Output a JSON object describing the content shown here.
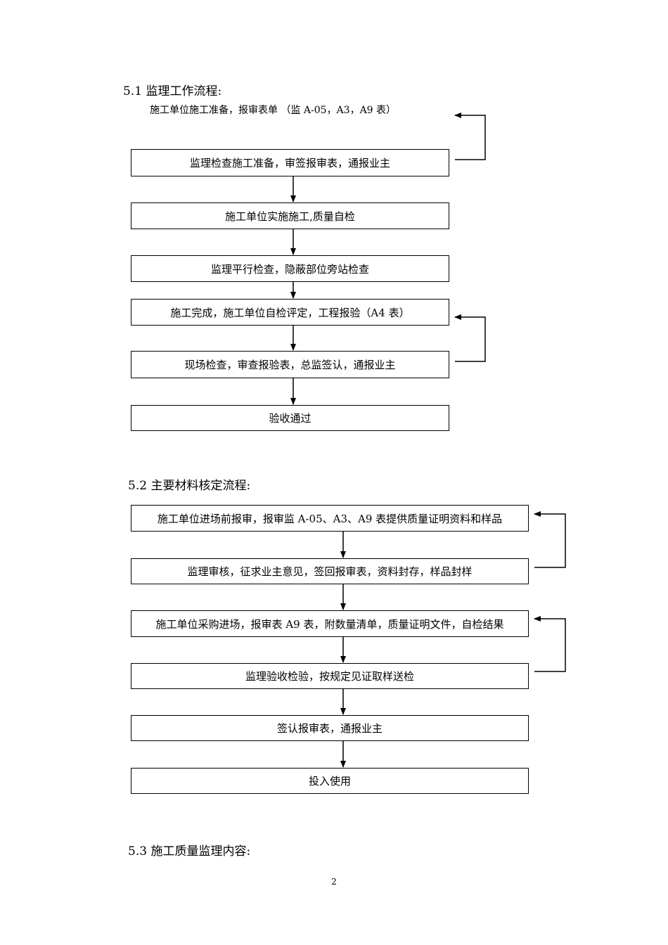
{
  "section1": {
    "heading": "5.1 监理工作流程:",
    "intro": "施工单位施工准备，报审表单  （监 A-05，A3，A9 表）",
    "steps": [
      "监理检查施工准备，审签报审表，通报业主",
      "施工单位实施施工,质量自检",
      "监理平行检查，隐蔽部位旁站检查",
      "施工完成，施工单位自检评定，工程报验（A4 表）",
      "现场检查，审查报验表，总监签认，通报业主",
      "验收通过"
    ]
  },
  "section2": {
    "heading": "5.2 主要材料核定流程:",
    "steps": [
      "施工单位进场前报审，报审监 A-05、A3、A9 表提供质量证明资料和样品",
      "监理审核，征求业主意见，签回报审表，资料封存，样品封样",
      "施工单位采购进场，报审表 A9 表，附数量清单，质量证明文件，自检结果",
      "监理验收检验，按规定见证取样送检",
      "签认报审表，通报业主",
      "投入使用"
    ]
  },
  "section3": {
    "heading": "5.3 施工质量监理内容:"
  },
  "page_number": "2"
}
